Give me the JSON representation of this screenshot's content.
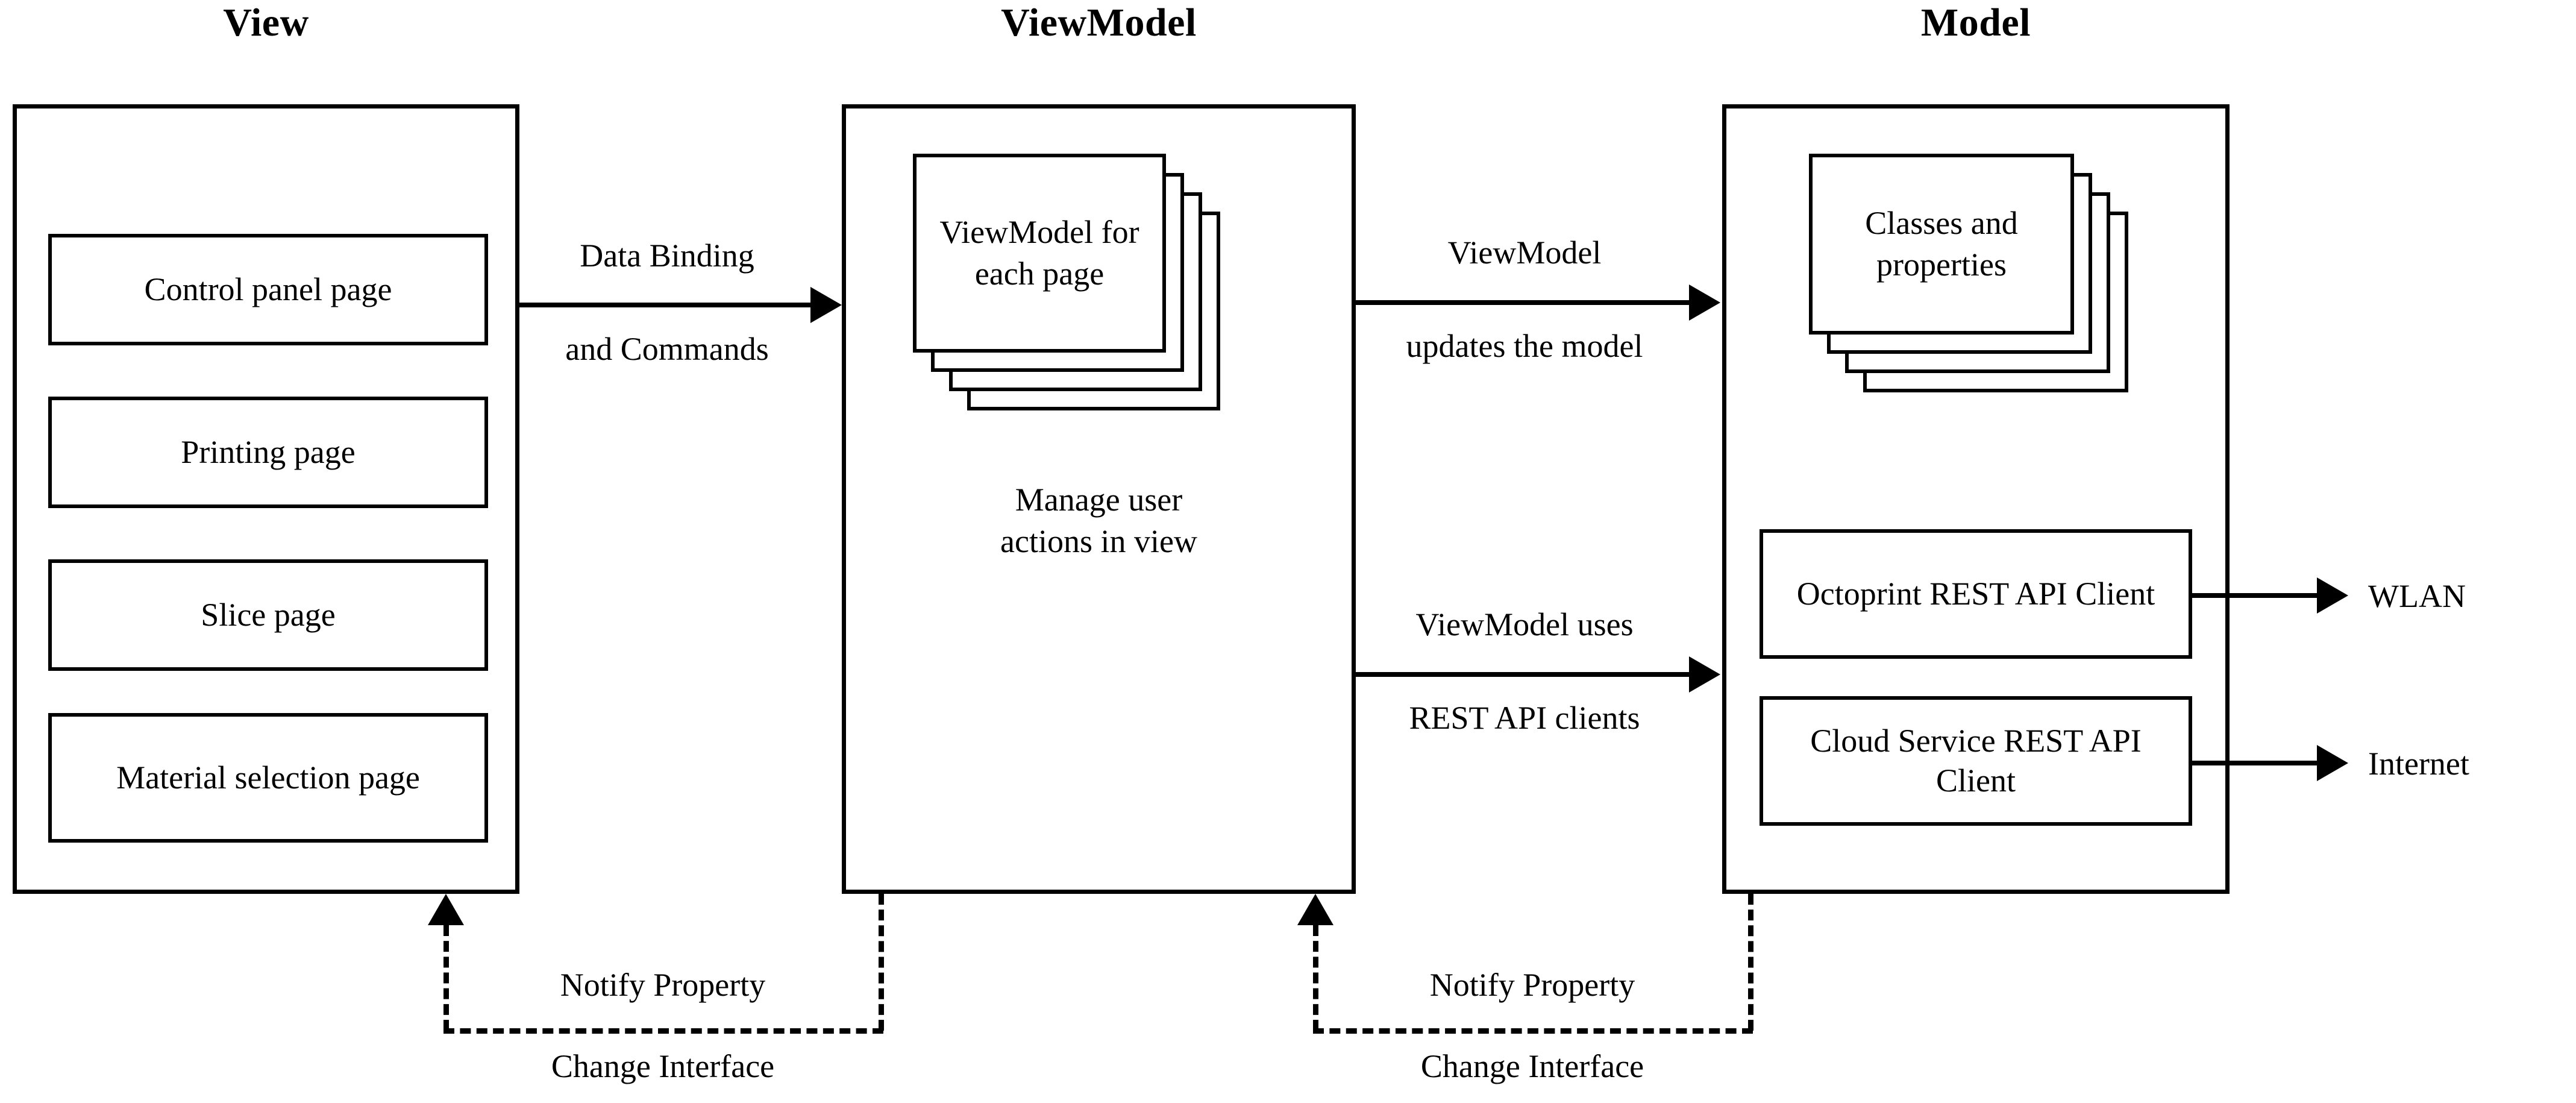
{
  "diagram": {
    "title_view": "View",
    "title_viewmodel": "ViewModel",
    "title_model": "Model"
  },
  "view": {
    "pages": [
      {
        "label": "Control panel page"
      },
      {
        "label": "Printing page"
      },
      {
        "label": "Slice page"
      },
      {
        "label": "Material selection\npage"
      }
    ]
  },
  "viewmodel": {
    "stack_label": "ViewModel\nfor each\npage",
    "description": "Manage user\nactions in view"
  },
  "model": {
    "stack_label": "Classes and\nproperties",
    "clients": [
      {
        "label": "Octoprint REST API\nClient"
      },
      {
        "label": "Cloud Service REST\nAPI Client"
      }
    ]
  },
  "connectors": {
    "view_to_viewmodel": {
      "label_top": "Data Binding",
      "label_bottom": "and Commands"
    },
    "viewmodel_to_model_upper": {
      "label_top": "ViewModel",
      "label_bottom": "updates the model"
    },
    "viewmodel_to_model_lower": {
      "label_top": "ViewModel uses",
      "label_bottom": "REST API clients"
    },
    "model_to_viewmodel_notify": {
      "label_top": "Notify Property",
      "label_bottom": "Change Interface"
    },
    "viewmodel_to_view_notify": {
      "label_top": "Notify Property",
      "label_bottom": "Change Interface"
    }
  },
  "networks": [
    {
      "label": "WLAN"
    },
    {
      "label": "Internet"
    }
  ]
}
